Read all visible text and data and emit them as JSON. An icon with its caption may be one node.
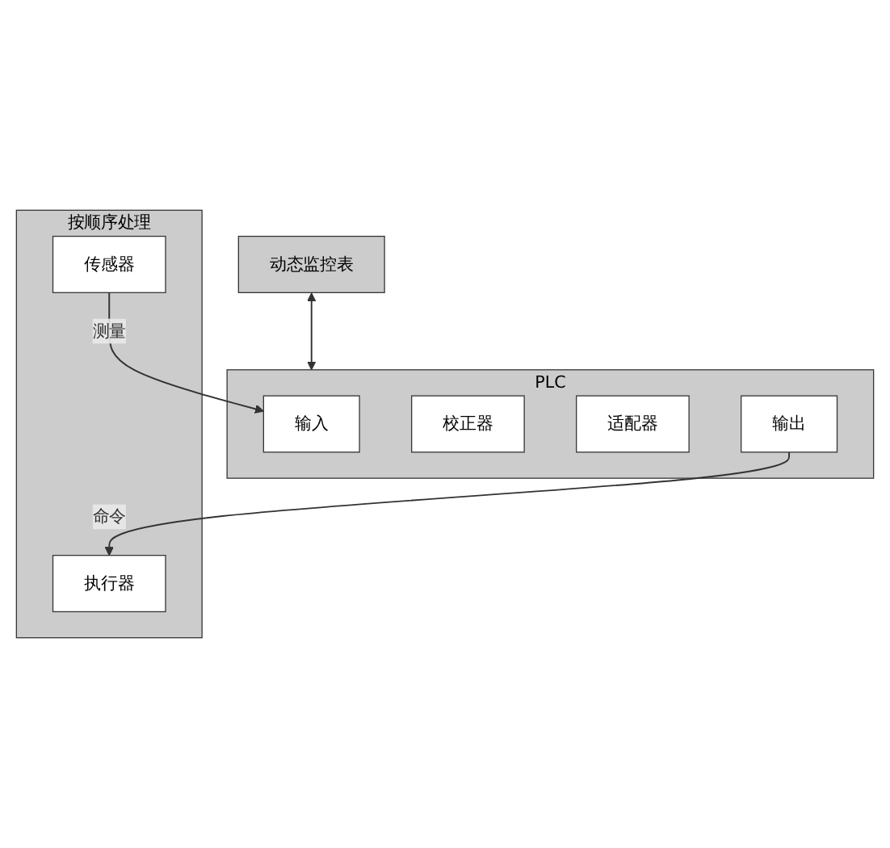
{
  "diagram": {
    "nodes": [
      {
        "text": [
          "动态监控表"
        ]
      },
      {
        "text": [
          "PLC"
        ]
      },
      {
        "text": [
          "输入"
        ],
        "in": 1
      },
      {
        "text": [
          "校正器"
        ],
        "in": 1
      },
      {
        "text": [
          "适配器"
        ],
        "in": 1
      },
      {
        "text": [
          "输出"
        ],
        "in": 1
      },
      {
        "text": [
          "按顺序处理"
        ]
      },
      {
        "text": [
          "传感器"
        ],
        "in": 6
      },
      {
        "text": [
          "执行器"
        ],
        "in": 6
      }
    ],
    "edges": [
      {
        "from": 0,
        "to": 1,
        "arrow": "both"
      },
      {
        "from": 7,
        "to": 2,
        "label": "测量",
        "arrow": "to"
      },
      {
        "from": 5,
        "to": 8,
        "label": "命令",
        "arrow": "to"
      }
    ]
  }
}
